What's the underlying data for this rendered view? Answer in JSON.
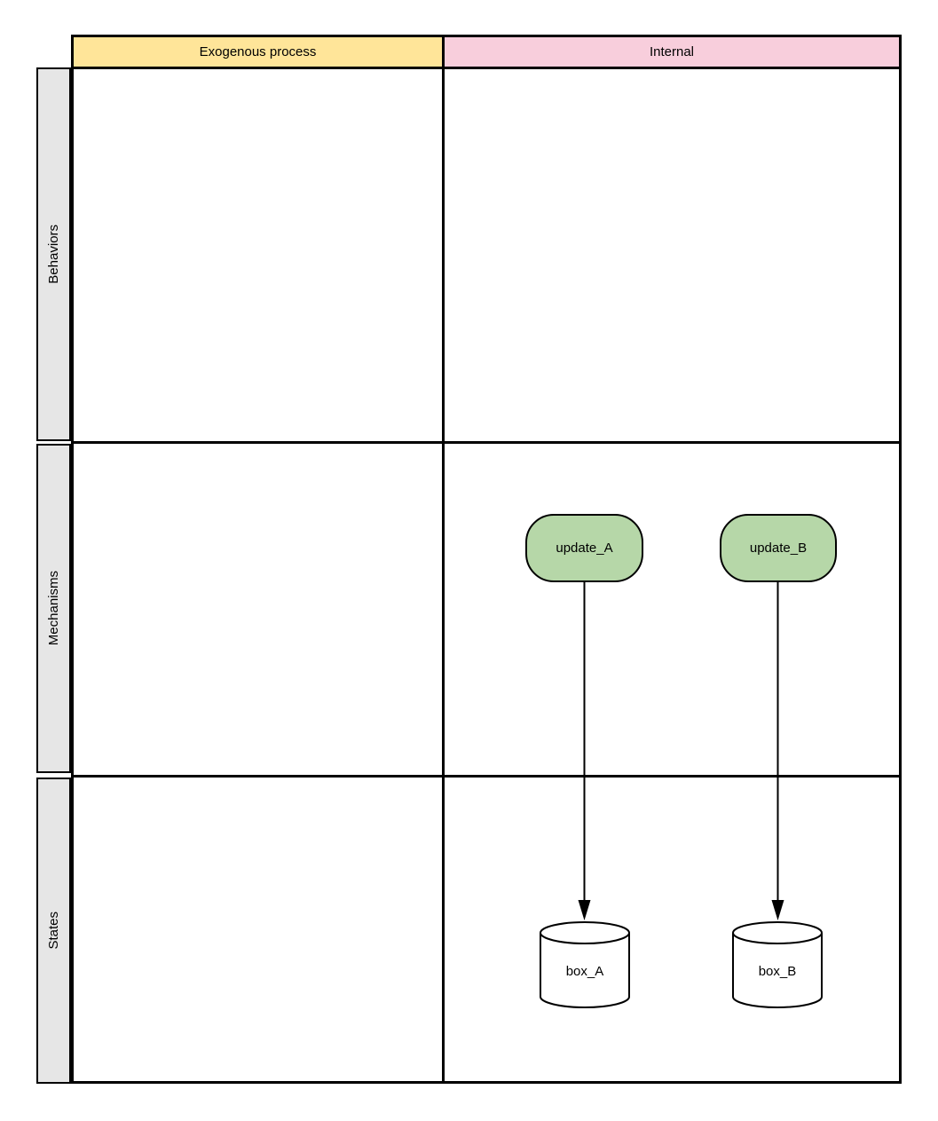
{
  "diagram": {
    "column_headers": [
      {
        "label": "Exogenous process",
        "color": "#FFE599"
      },
      {
        "label": "Internal",
        "color": "#F8CEDC"
      }
    ],
    "row_headers": [
      {
        "label": "Behaviors",
        "color": "#E6E6E6"
      },
      {
        "label": "Mechanisms",
        "color": "#E6E6E6"
      },
      {
        "label": "States",
        "color": "#E6E6E6"
      }
    ],
    "nodes": [
      {
        "id": "update_A",
        "label": "update_A",
        "type": "rounded-process",
        "fill": "#B6D7A8",
        "row": "Mechanisms",
        "column": "Internal"
      },
      {
        "id": "update_B",
        "label": "update_B",
        "type": "rounded-process",
        "fill": "#B6D7A8",
        "row": "Mechanisms",
        "column": "Internal"
      },
      {
        "id": "box_A",
        "label": "box_A",
        "type": "cylinder",
        "fill": "#FFFFFF",
        "row": "States",
        "column": "Internal"
      },
      {
        "id": "box_B",
        "label": "box_B",
        "type": "cylinder",
        "fill": "#FFFFFF",
        "row": "States",
        "column": "Internal"
      }
    ],
    "edges": [
      {
        "from": "update_A",
        "to": "box_A",
        "style": "solid-arrow"
      },
      {
        "from": "update_B",
        "to": "box_B",
        "style": "solid-arrow"
      }
    ]
  }
}
